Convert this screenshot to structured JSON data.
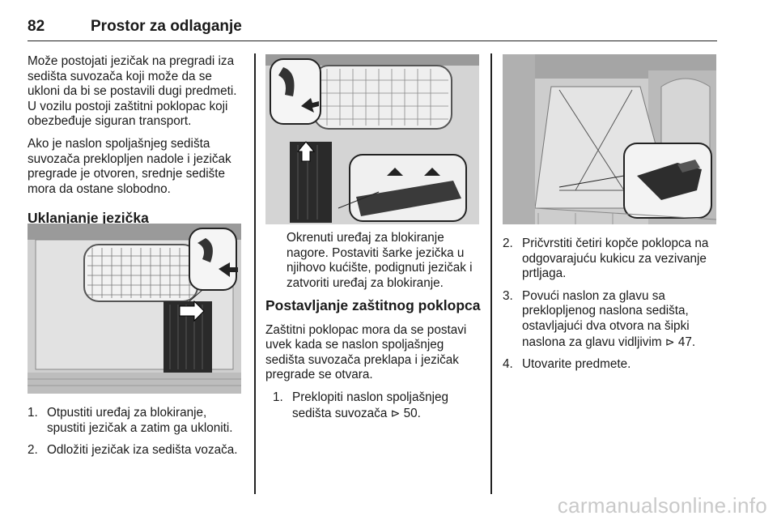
{
  "header": {
    "page_number": "82",
    "title": "Prostor za odlaganje"
  },
  "col1": {
    "para1": "Može postojati jezičak na pregradi iza sedišta suvozača koji može da se ukloni da bi se postavili dugi predmeti. U vozilu postoji zaštitni poklopac koji obezbeđuje siguran transport.",
    "para2": "Ako je naslon spoljašnjeg sedišta suvozača preklopljen nadole i jezičak pregrade je otvoren, srednje sedište mora da ostane slobodno.",
    "heading": "Uklanjanje jezička",
    "steps": [
      {
        "num": "1.",
        "text": "Otpustiti uređaj za blokiranje, spustiti jezičak a zatim ga ukloniti."
      },
      {
        "num": "2.",
        "text": "Odložiti jezičak iza sedišta vozača."
      }
    ]
  },
  "col2": {
    "caption": "Okrenuti uređaj za blokiranje nagore. Postaviti šarke jezička u njihovo kućište, podignuti jezičak i zatvoriti uređaj za blokiranje.",
    "heading": "Postavljanje zaštitnog poklopca",
    "para": "Zaštitni poklopac mora da se postavi uvek kada se naslon spoljašnjeg sedišta suvozača preklapa i jezičak pregrade se otvara.",
    "steps": [
      {
        "num": "1.",
        "text": "Preklopiti naslon spoljašnjeg sedišta suvozača",
        "ref_icon": "⊳",
        "ref": "50."
      }
    ]
  },
  "col3": {
    "steps": [
      {
        "num": "2.",
        "text": "Pričvrstiti četiri kopče poklopca na odgovarajuću kukicu za vezivanje prtljaga."
      },
      {
        "num": "3.",
        "text": "Povući naslon za glavu sa preklopljenog naslona sedišta, ostavljajući dva otvora na šipki naslona za glavu vidljivim",
        "ref_icon": "⊳",
        "ref": "47."
      },
      {
        "num": "4.",
        "text": "Utovarite predmete."
      }
    ]
  },
  "watermark": "carmanualsonline.info",
  "colors": {
    "text": "#1a1a1a",
    "figure_bg": "#3a3a3a",
    "watermark": "#c9c9c9"
  }
}
